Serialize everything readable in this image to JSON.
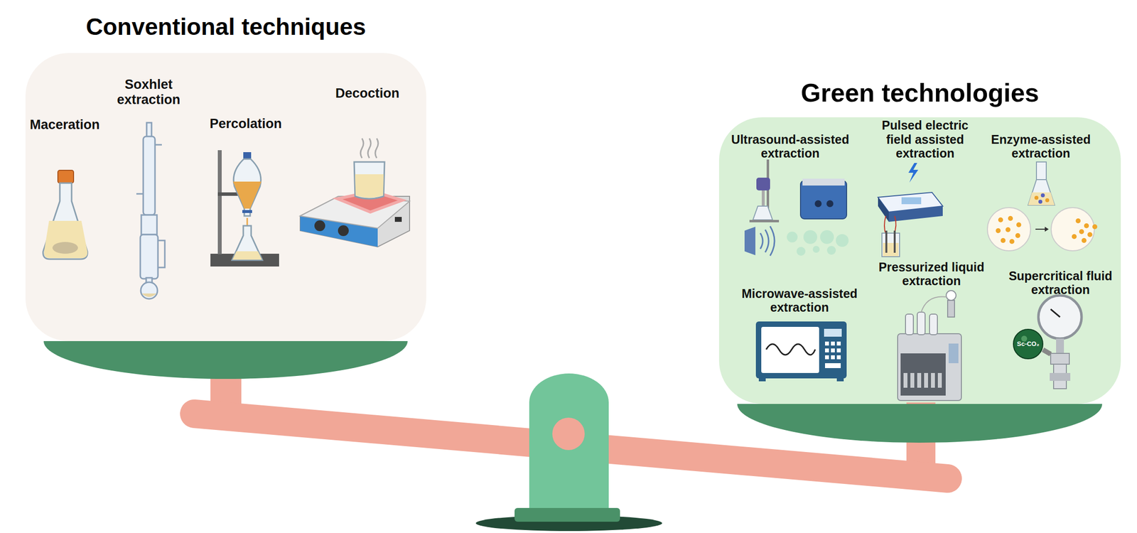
{
  "diagram": {
    "nodes": [
      {
        "text": [
          "Conventional techniques"
        ]
      },
      {
        "text": [
          "Green technologies"
        ]
      }
    ],
    "labels": [
      "Maceration",
      "Soxhlet extraction",
      "Percolation",
      "Decoction",
      "Ultrasound-assisted extraction",
      "Pulsed electric field assisted extraction",
      "Enzyme-assisted extraction",
      "Microwave-assisted extraction",
      "Pressurized liquid extraction",
      "Supercritical fluid extraction",
      "Sc-CO₂"
    ]
  }
}
